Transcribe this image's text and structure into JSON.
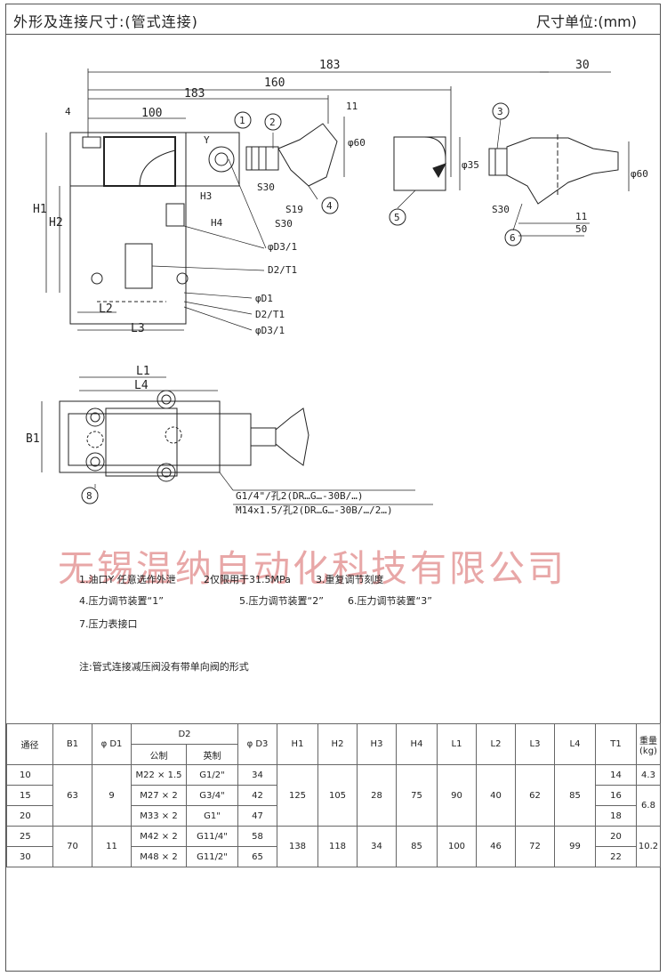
{
  "header": {
    "title": "外形及连接尺寸:(管式连接)",
    "unit": "尺寸单位:(mm)"
  },
  "drawing": {
    "dims": {
      "d183_top": "183",
      "d160": "160",
      "d183_mid": "183",
      "d100": "100",
      "d4": "4",
      "d11a": "11",
      "d60a": "φ60",
      "d30": "30",
      "d35": "φ35",
      "d60b": "φ60",
      "d11b": "11",
      "d50": "50",
      "H1": "H1",
      "H2": "H2",
      "H3": "H3",
      "H4": "H4",
      "L1": "L1",
      "L2": "L2",
      "L3": "L3",
      "L4": "L4",
      "B1": "B1",
      "Y": "Y",
      "S30a": "S30",
      "S19": "S19",
      "S30b": "S30",
      "D3_1a": "φD3/1",
      "D2_T1a": "D2/T1",
      "D1": "φD1",
      "D2_T1b": "D2/T1",
      "D3_1b": "φD3/1",
      "callout1": "G1/4\"/孔2(DR…G…-30B/…)",
      "callout2": "M14x1.5/孔2(DR…G…-30B/…/2…)"
    },
    "balloons": [
      "1",
      "2",
      "3",
      "4",
      "5",
      "6",
      "8"
    ]
  },
  "watermark": "无锡温纳自动化科技有限公司",
  "notes": {
    "line1a": "1.油口Y  任意选作外泄",
    "line1b": "2仅限用于31.5MPa",
    "line1c": "3.重复调节刻度",
    "line2a": "4.压力调节装置“1”",
    "line2b": "5.压力调节装置“2”",
    "line2c": "6.压力调节装置“3”",
    "line3": "7.压力表接口",
    "remark": "注:管式连接减压阀没有带单向阀的形式"
  },
  "table": {
    "headers": {
      "tongjing": "通径",
      "B1": "B1",
      "D1": "φ D1",
      "D2": "D2",
      "D2_metric": "公制",
      "D2_imperial": "英制",
      "D3": "φ D3",
      "H1": "H1",
      "H2": "H2",
      "H3": "H3",
      "H4": "H4",
      "L1": "L1",
      "L2": "L2",
      "L3": "L3",
      "L4": "L4",
      "T1": "T1",
      "weight": "重量",
      "weight_unit": "(kg)"
    },
    "rows": [
      {
        "tongjing": "10",
        "metric": "M22 × 1.5",
        "imperial": "G1/2\"",
        "D3": "34",
        "T1": "14",
        "weight": "4.3"
      },
      {
        "tongjing": "15",
        "metric": "M27 × 2",
        "imperial": "G3/4\"",
        "D3": "42",
        "T1": "16"
      },
      {
        "tongjing": "20",
        "metric": "M33 × 2",
        "imperial": "G1\"",
        "D3": "47",
        "T1": "18"
      },
      {
        "tongjing": "25",
        "metric": "M42 × 2",
        "imperial": "G11/4\"",
        "D3": "58",
        "T1": "20"
      },
      {
        "tongjing": "30",
        "metric": "M48 × 2",
        "imperial": "G11/2\"",
        "D3": "65",
        "T1": "22"
      }
    ],
    "groupA": {
      "B1": "63",
      "D1": "9",
      "H1": "125",
      "H2": "105",
      "H3": "28",
      "H4": "75",
      "L1": "90",
      "L2": "40",
      "L3": "62",
      "L4": "85",
      "weight_15_20": "6.8"
    },
    "groupB": {
      "B1": "70",
      "D1": "11",
      "H1": "138",
      "H2": "118",
      "H3": "34",
      "H4": "85",
      "L1": "100",
      "L2": "46",
      "L3": "72",
      "L4": "99",
      "weight": "10.2"
    }
  }
}
